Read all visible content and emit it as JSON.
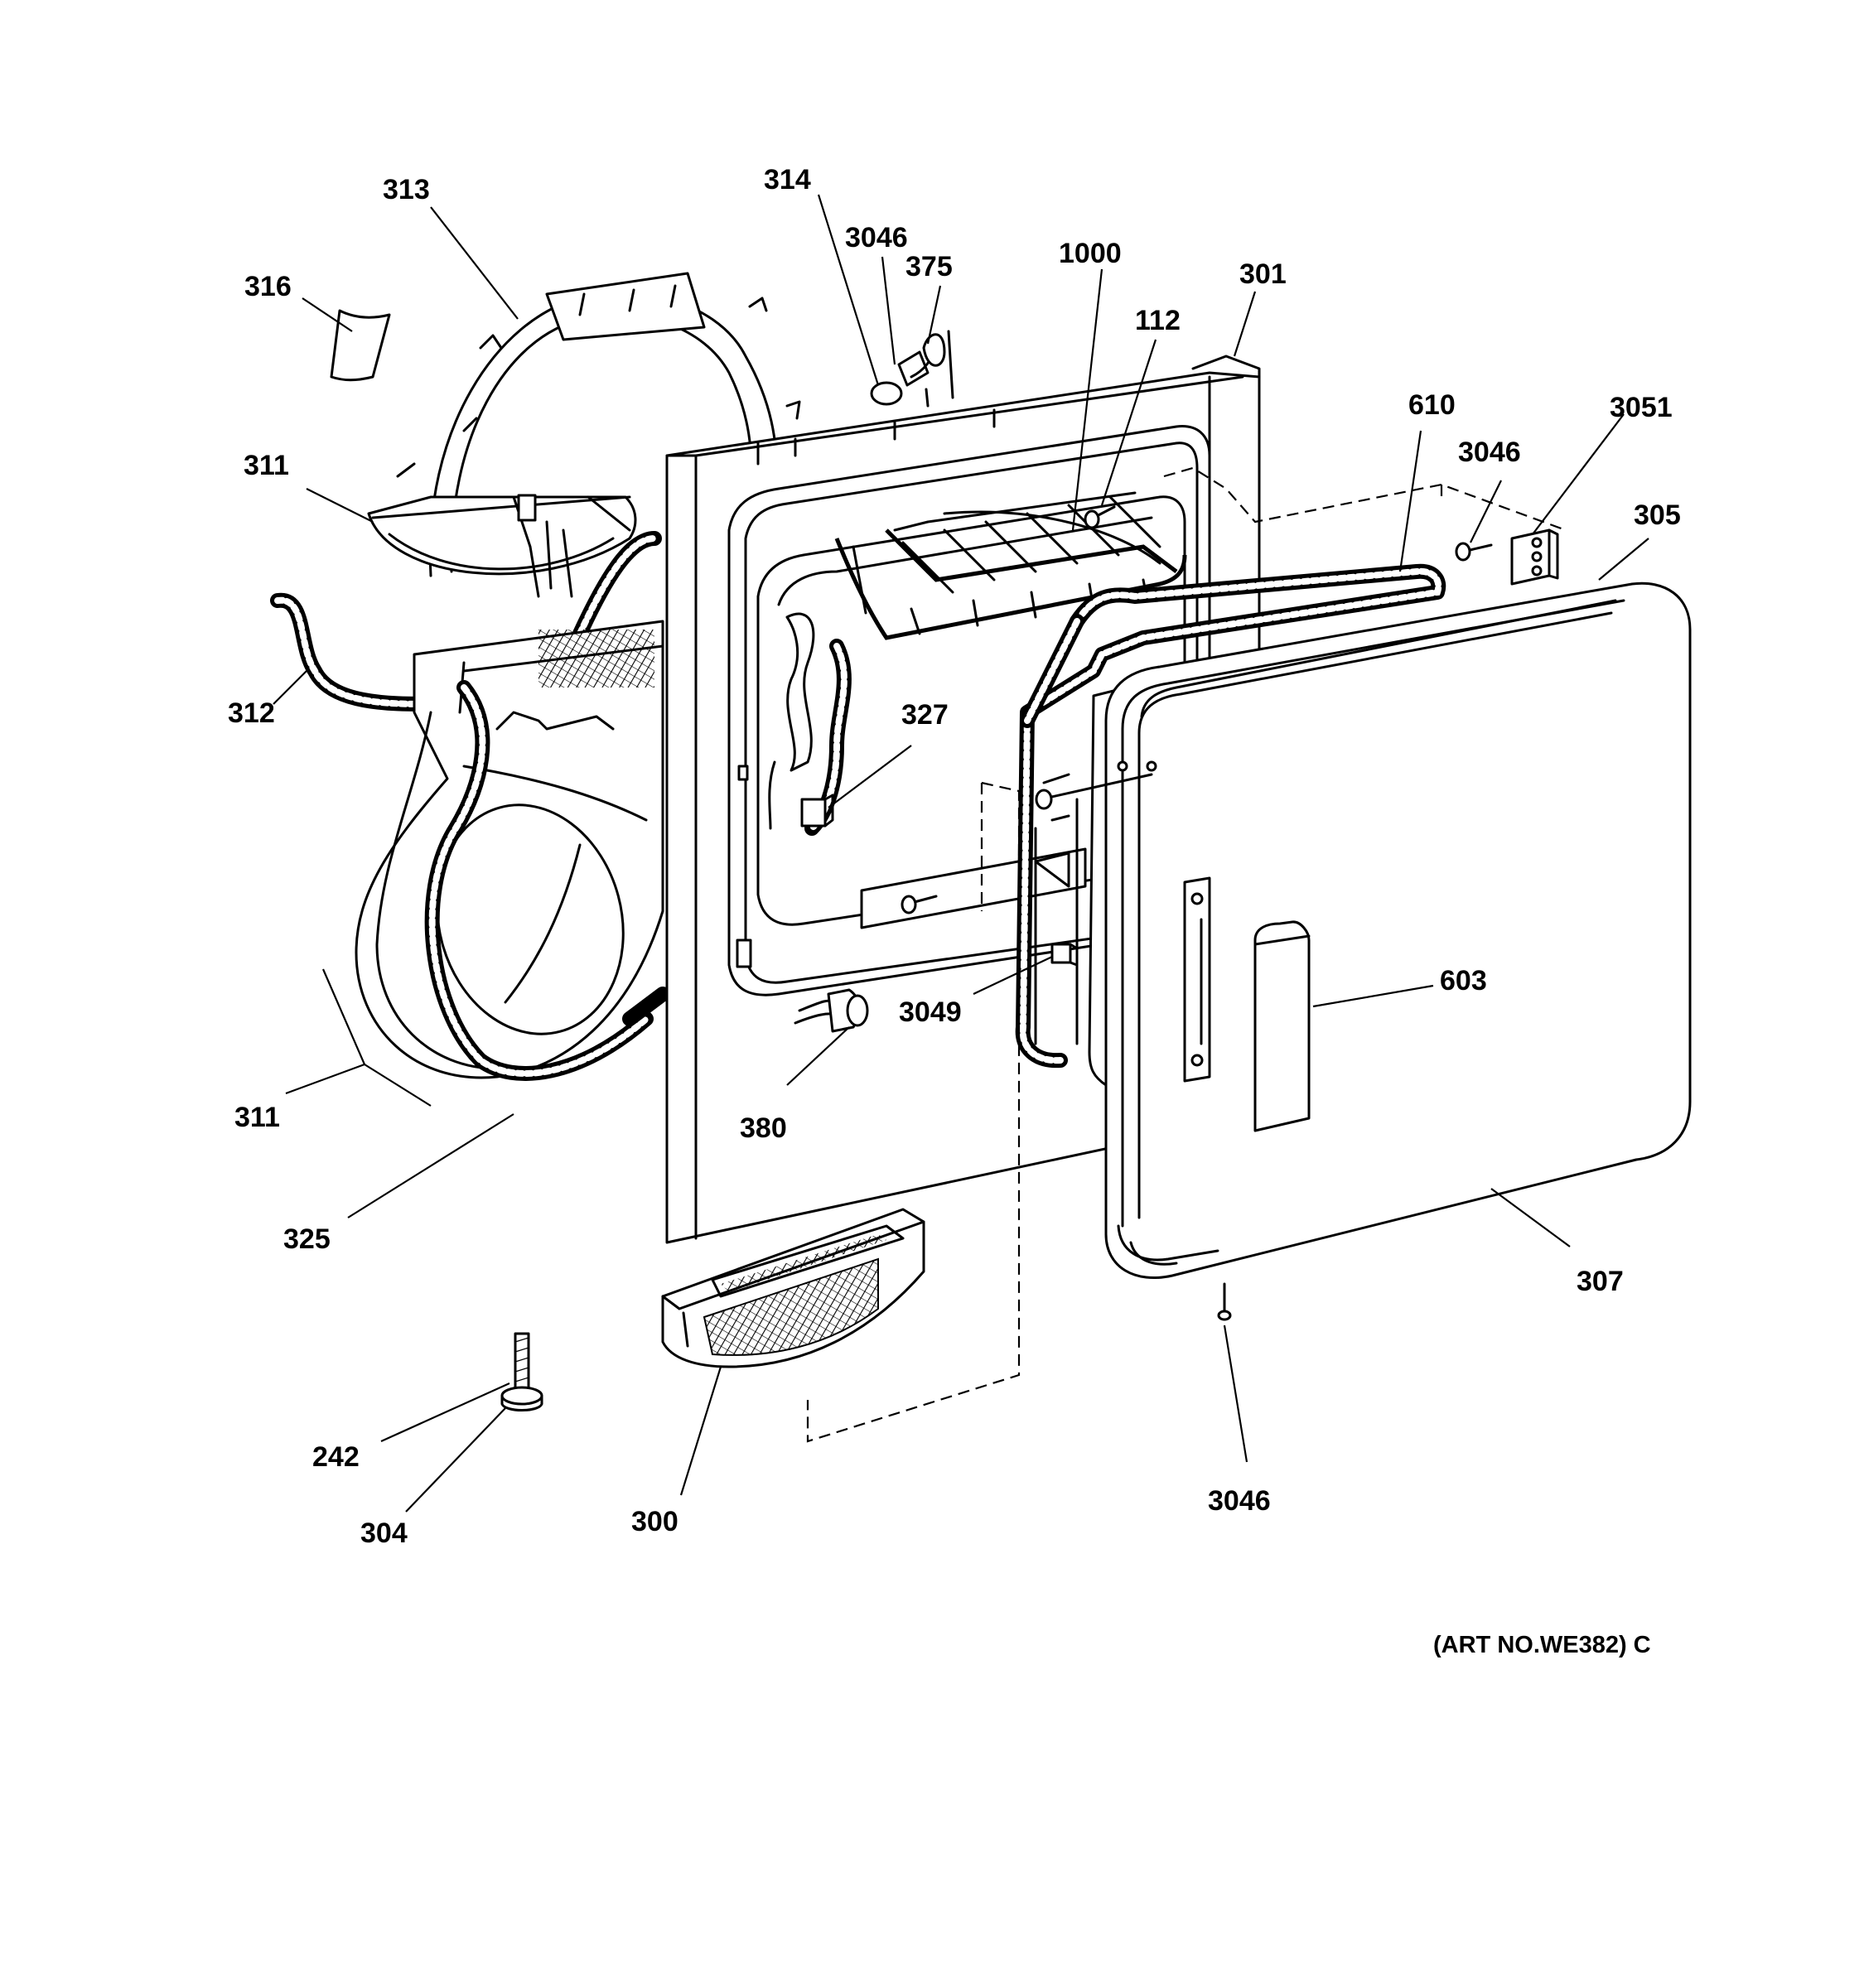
{
  "diagram": {
    "callouts": {
      "c313": "313",
      "c314": "314",
      "c3046_top": "3046",
      "c375": "375",
      "c1000": "1000",
      "c301": "301",
      "c316": "316",
      "c112": "112",
      "c610": "610",
      "c3051": "3051",
      "c3046_hinge": "3046",
      "c305": "305",
      "c311_top": "311",
      "c312": "312",
      "c327": "327",
      "c603": "603",
      "c3049": "3049",
      "c311_bottom": "311",
      "c380": "380",
      "c325": "325",
      "c307": "307",
      "c242": "242",
      "c304": "304",
      "c300": "300",
      "c3046_bottom": "3046"
    },
    "art_number": "(ART NO.WE382) C"
  }
}
